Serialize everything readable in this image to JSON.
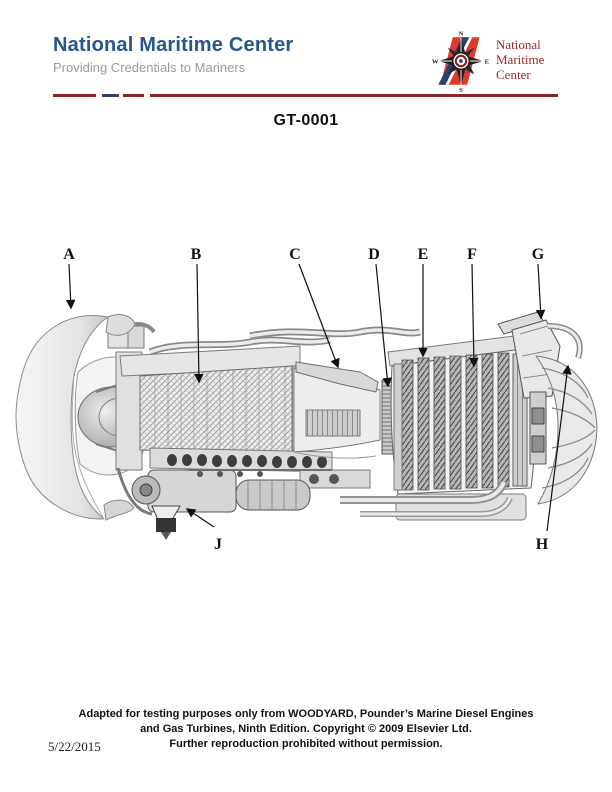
{
  "header": {
    "title": "National Maritime Center",
    "subtitle": "Providing Credentials to Mariners",
    "logo": {
      "name_line1": "National",
      "name_line2": "Maritime",
      "name_line3": "Center",
      "compass": {
        "n": "N",
        "s": "S",
        "e": "E",
        "w": "W"
      }
    }
  },
  "doc": {
    "code": "GT-0001"
  },
  "figure": {
    "labels": [
      {
        "letter": "A"
      },
      {
        "letter": "B"
      },
      {
        "letter": "C"
      },
      {
        "letter": "D"
      },
      {
        "letter": "E"
      },
      {
        "letter": "F"
      },
      {
        "letter": "G"
      },
      {
        "letter": "H"
      },
      {
        "letter": "J"
      }
    ]
  },
  "footer": {
    "attribution_line1": "Adapted for testing purposes only from WOODYARD, Pounder’s Marine Diesel Engines",
    "attribution_line2": "and Gas Turbines, Ninth Edition. Copyright © 2009 Elsevier Ltd.",
    "attribution_line3": "Further reproduction prohibited without permission.",
    "date": "5/22/2015"
  },
  "colors": {
    "header-blue": "#25568c",
    "subtitle-gray": "#9a9a9a",
    "rule-maroon": "#8c2424",
    "stripe-blue": "#2a3f72",
    "logo-red": "#a02c2a"
  }
}
